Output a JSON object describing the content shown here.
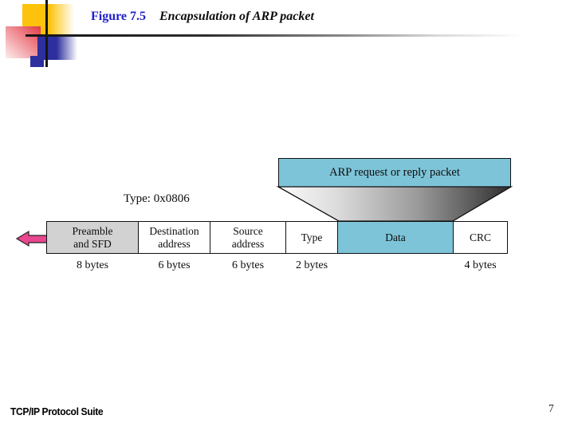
{
  "slide": {
    "figure_label": "Figure 7.5",
    "figure_title": "Encapsulation of ARP packet",
    "footer": "TCP/IP Protocol Suite",
    "page_number": "7"
  },
  "colors": {
    "cyan": "#7ec4d8",
    "field_gray": "#d2d2d2",
    "white": "#ffffff",
    "arrow_pink": "#e8478f",
    "title_blue": "#2020cc",
    "logo_yellow": "#fdc30c",
    "logo_red": "#e23a44",
    "logo_blue": "#2d2f9e"
  },
  "diagram": {
    "arp_packet_label": "ARP request or reply packet",
    "type_annotation": "Type: 0x0806",
    "fields": [
      {
        "line1": "Preamble",
        "line2": "and SFD",
        "bytes": "8 bytes"
      },
      {
        "line1": "Destination",
        "line2": "address",
        "bytes": "6 bytes"
      },
      {
        "line1": "Source",
        "line2": "address",
        "bytes": "6 bytes"
      },
      {
        "line1": "Type",
        "line2": "",
        "bytes": "2 bytes"
      },
      {
        "line1": "Data",
        "line2": "",
        "bytes": ""
      },
      {
        "line1": "CRC",
        "line2": "",
        "bytes": "4 bytes"
      }
    ]
  }
}
